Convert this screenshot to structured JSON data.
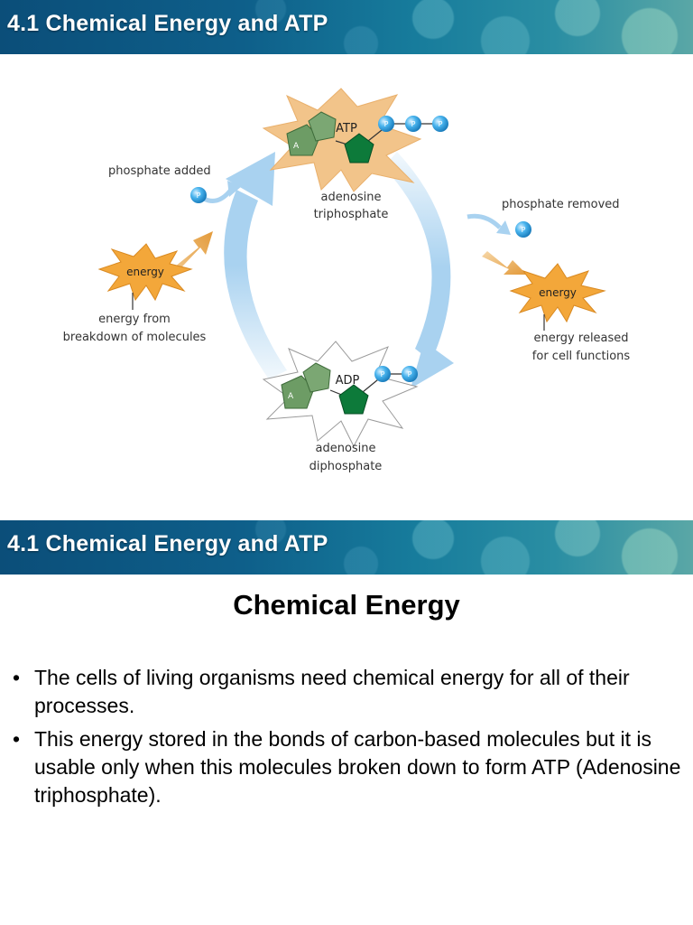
{
  "slide_top": {
    "header_title": "4.1 Chemical Energy and ATP"
  },
  "diagram": {
    "atp": {
      "label": "ATP",
      "name_line1": "adenosine",
      "name_line2": "triphosphate"
    },
    "adp": {
      "label": "ADP",
      "name_line1": "adenosine",
      "name_line2": "diphosphate"
    },
    "adenine_symbol": "A",
    "phosphate_symbol": "P",
    "phosphate_added": "phosphate added",
    "phosphate_removed": "phosphate removed",
    "energy_word": "energy",
    "energy_in_line1": "energy from",
    "energy_in_line2": "breakdown of molecules",
    "energy_out_line1": "energy released",
    "energy_out_line2": "for cell functions",
    "colors": {
      "atp_star": "#f2c48a",
      "energy_star": "#f3a73a",
      "cycle_arrow": "#a9d2f0",
      "phosphate": "#2b9fe0",
      "ribose": "#0d7a3a",
      "adenine": "#6d9c65"
    }
  },
  "slide_bottom": {
    "header_title": "4.1 Chemical Energy and ATP",
    "heading": "Chemical Energy",
    "bullet_marker": "•",
    "bullets": [
      "The cells of living organisms need chemical energy for all of their processes.",
      "This energy stored in the bonds of carbon-based molecules but it is usable only when this molecules broken down to form ATP (Adenosine triphosphate)."
    ]
  }
}
